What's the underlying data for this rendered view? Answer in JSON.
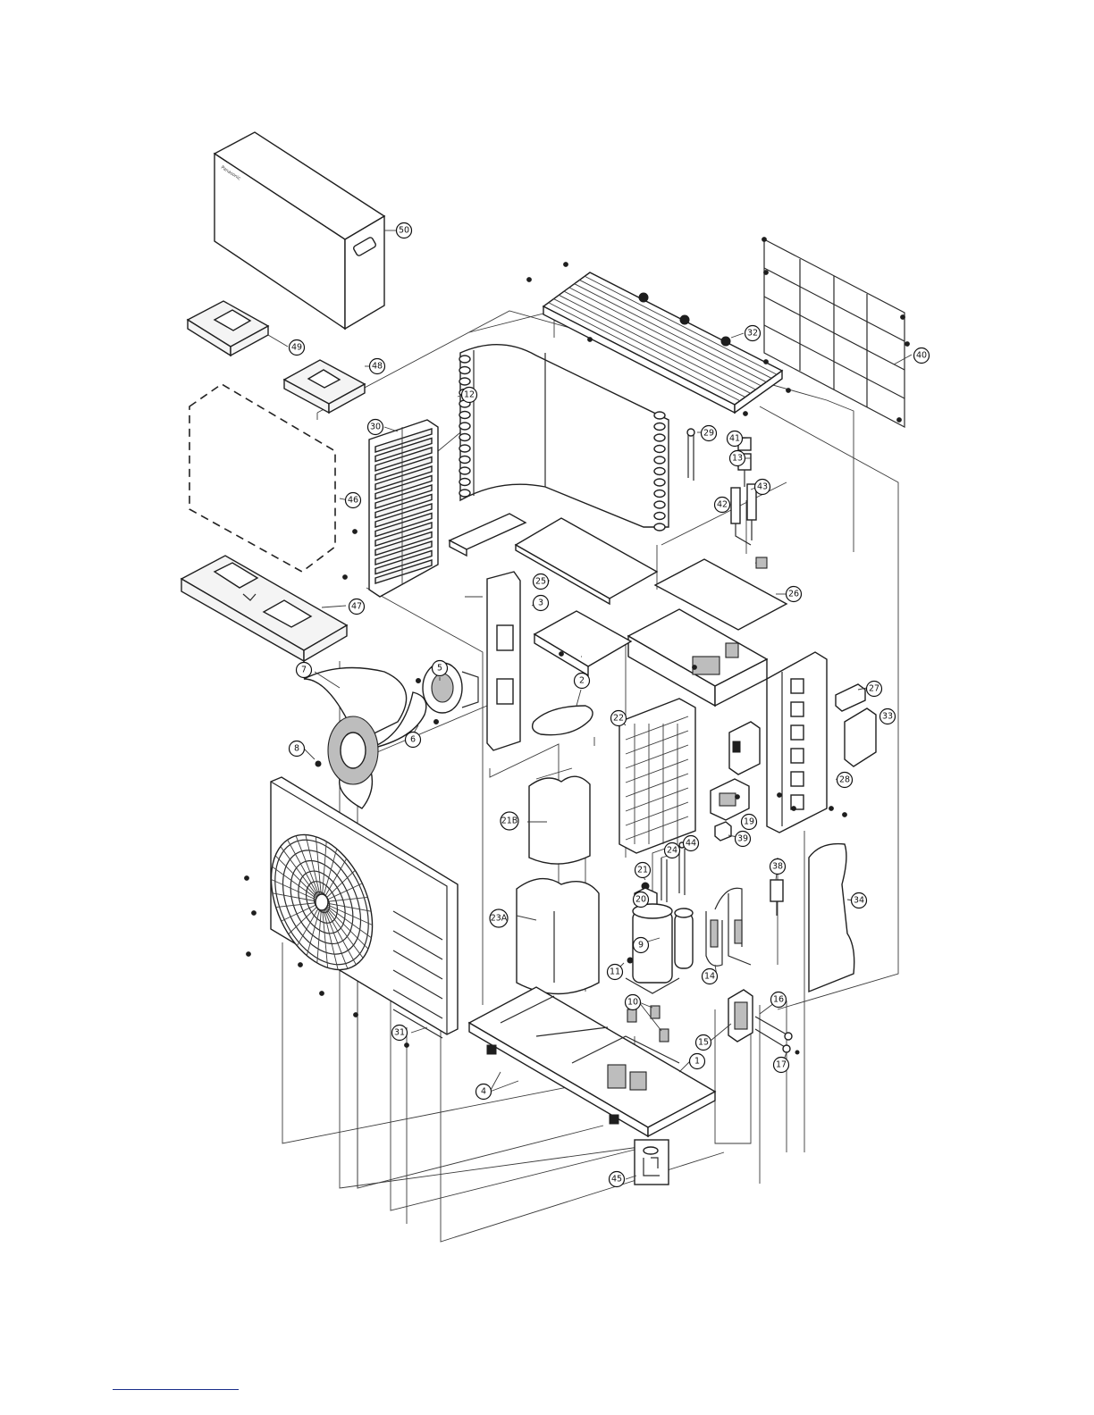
{
  "diagram": {
    "type": "exploded-parts-view",
    "brand_mark": "Panasonic",
    "callouts": [
      "1",
      "2",
      "3",
      "4",
      "5",
      "6",
      "7",
      "8",
      "9",
      "10",
      "11",
      "12",
      "13",
      "14",
      "15",
      "16",
      "17",
      "19",
      "20",
      "21",
      "21B",
      "22",
      "23A",
      "24",
      "25",
      "26",
      "27",
      "28",
      "29",
      "30",
      "31",
      "32",
      "33",
      "34",
      "38",
      "39",
      "40",
      "41",
      "42",
      "43",
      "44",
      "45",
      "46",
      "47",
      "48",
      "49",
      "50"
    ]
  },
  "colors": {
    "line": "#2a2a2a",
    "fill": "#f4f4f4",
    "footer_line": "#1a2e8a"
  }
}
